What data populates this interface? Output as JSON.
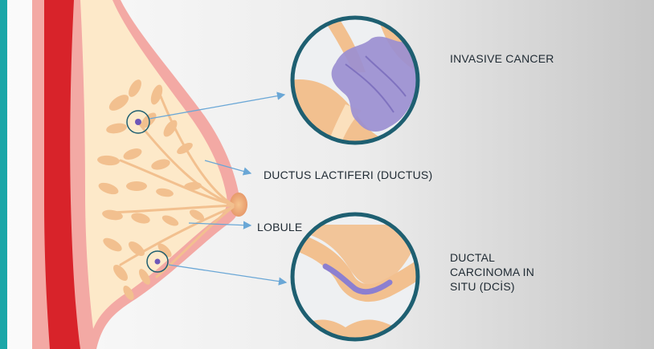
{
  "labels": {
    "invasive_cancer": "INVASIVE CANCER",
    "ductus": "DUCTUS LACTIFERI (DUCTUS)",
    "lobule": "LOBULE",
    "dcis_lines": [
      "DUCTAL",
      "CARCINOMA IN",
      "SITU (DCİS)"
    ]
  },
  "colors": {
    "accent_bar": "#1aa7a8",
    "background_light": "#f4f4f4",
    "background_dark": "#c4c4c4",
    "skin_red": "#d8232a",
    "tissue_pink": "#f3a9a4",
    "tissue_cream": "#fde9c9",
    "lobule_tan": "#f2c08f",
    "circle_stroke": "#1e5f71",
    "tumor_purple": "#9b8fd1",
    "arrow_blue": "#6aa7d6"
  }
}
